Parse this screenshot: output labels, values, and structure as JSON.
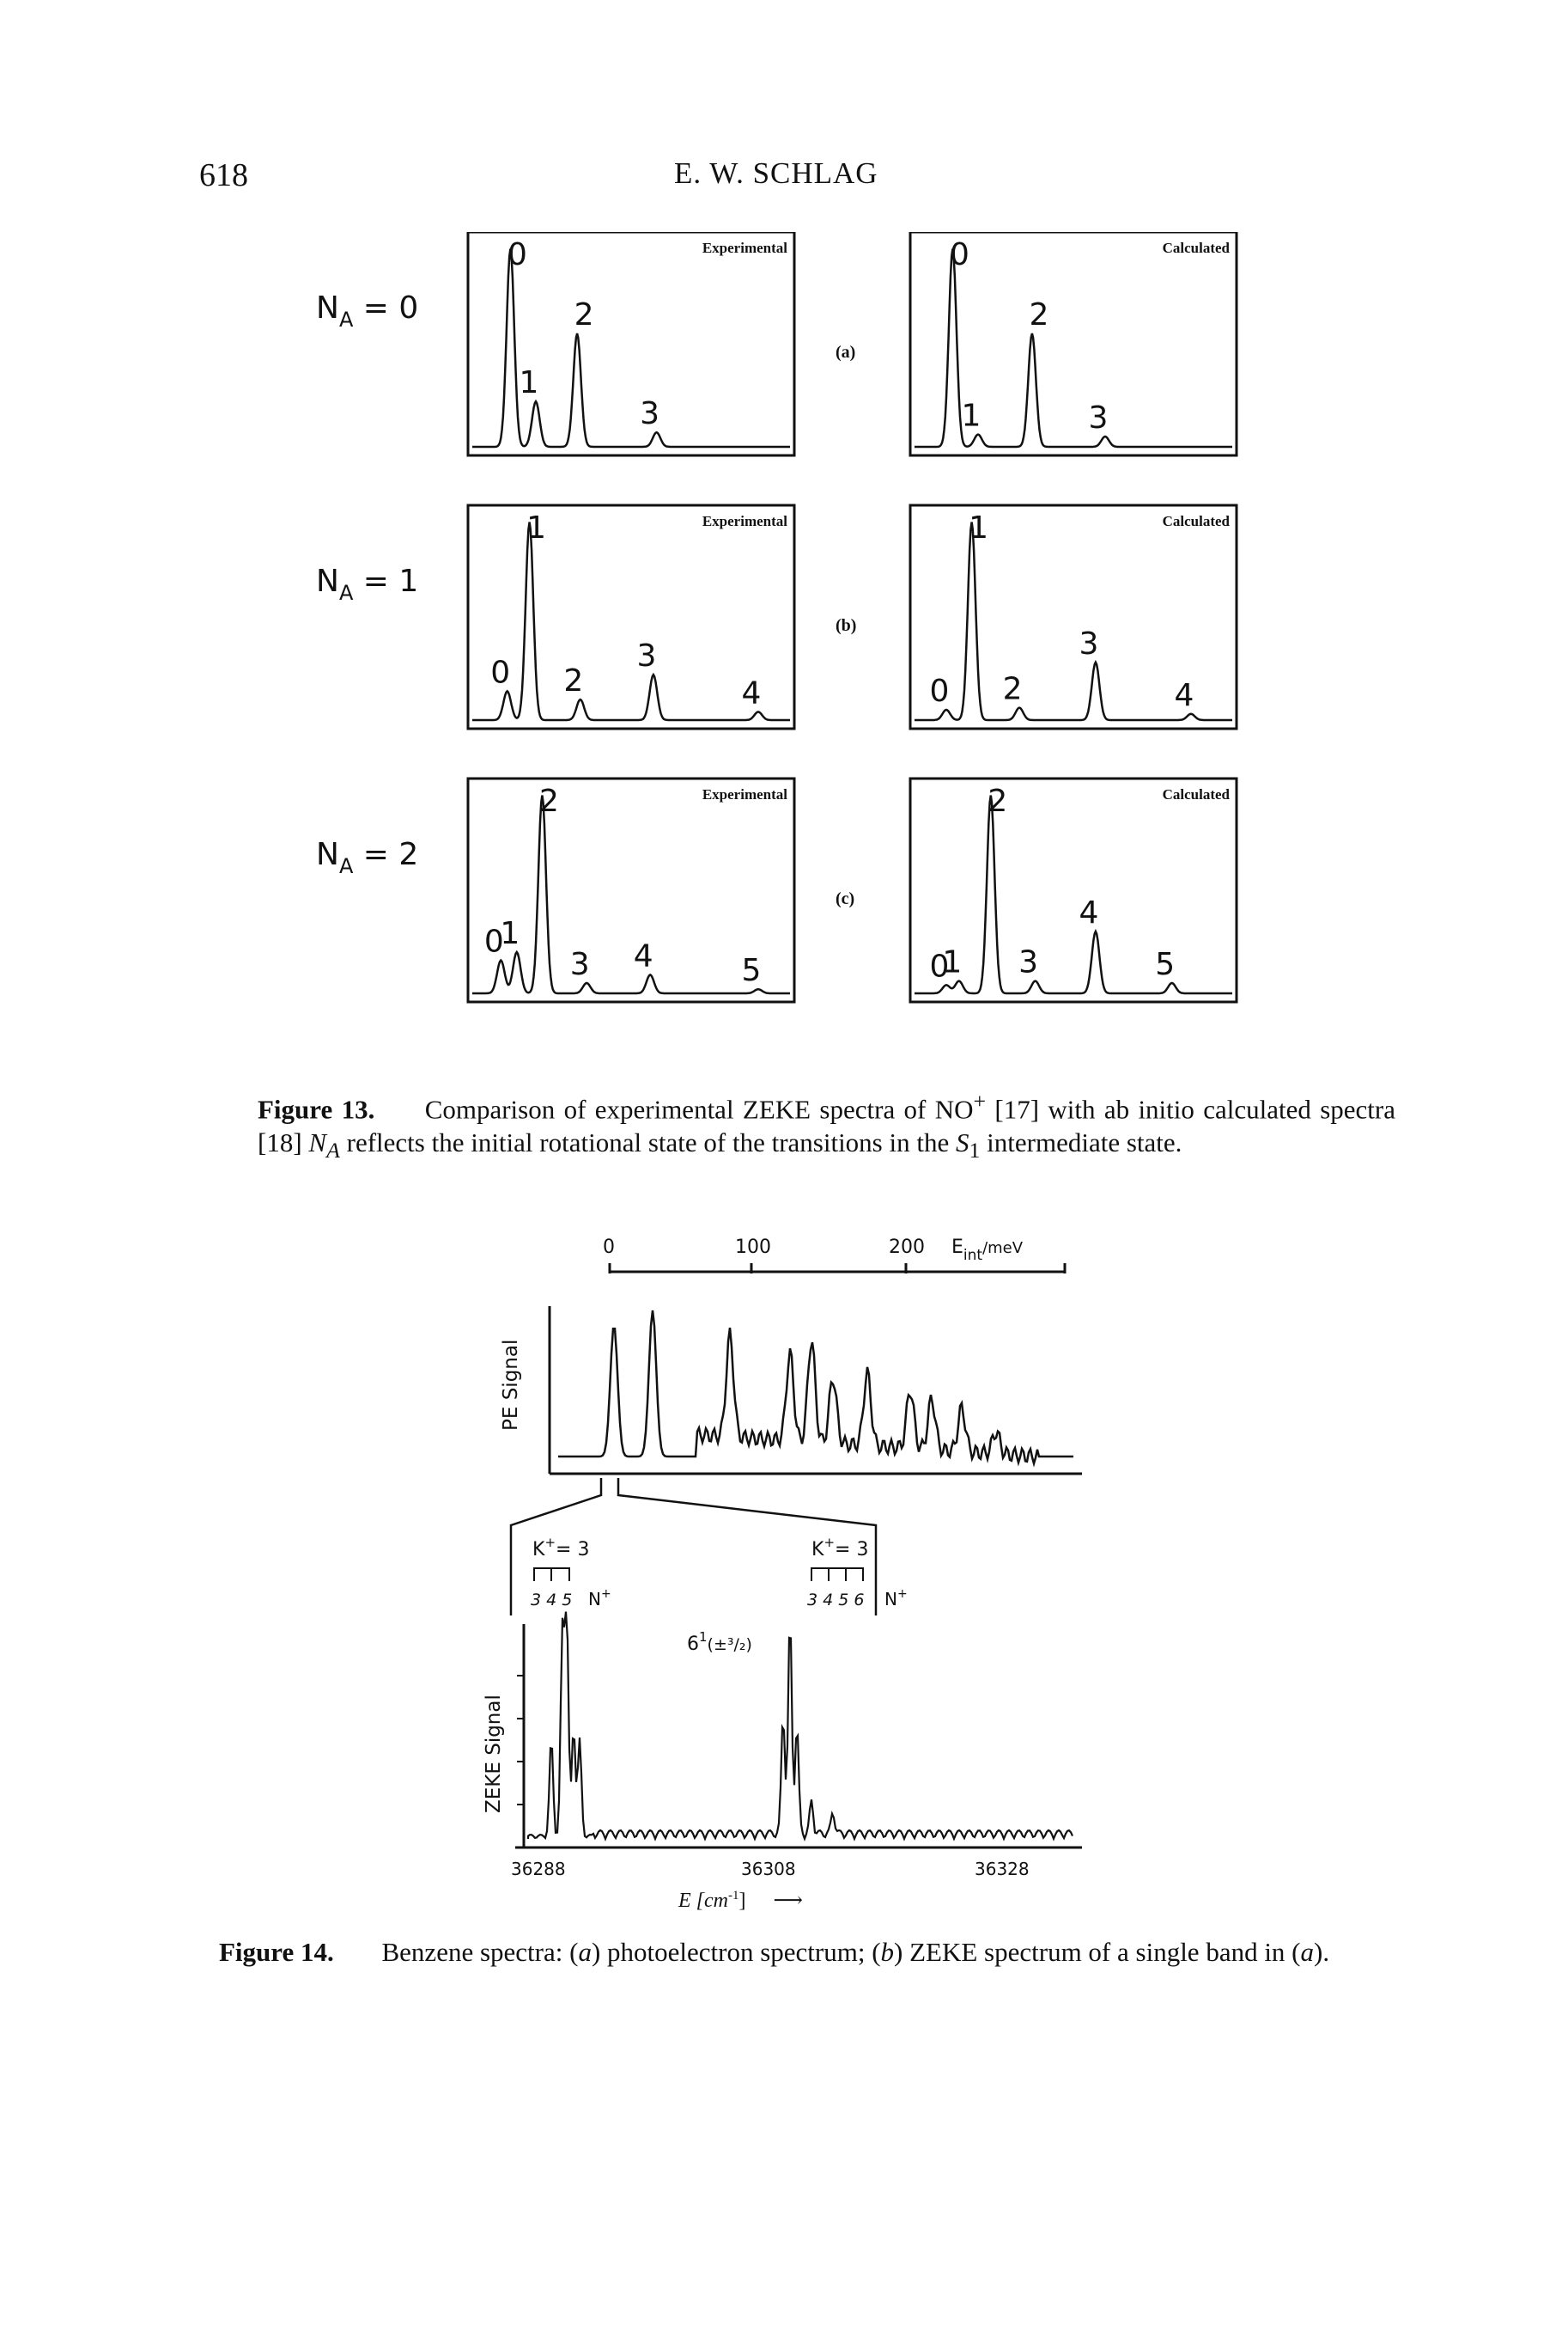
{
  "header": {
    "page_number": "618",
    "author": "E. W. SCHLAG"
  },
  "figure13": {
    "panel_tag_experimental": "Experimental",
    "panel_tag_calculated": "Calculated",
    "rows": [
      {
        "na_label": "N",
        "na_sub": "A",
        "na_value": "= 0",
        "letter": "(a)",
        "exp_peaks": [
          {
            "label": "0",
            "x": 0.12,
            "h": 0.96
          },
          {
            "label": "1",
            "x": 0.2,
            "h": 0.22
          },
          {
            "label": "2",
            "x": 0.33,
            "h": 0.55
          },
          {
            "label": "3",
            "x": 0.58,
            "h": 0.07
          }
        ],
        "calc_peaks": [
          {
            "label": "0",
            "x": 0.12,
            "h": 0.96
          },
          {
            "label": "1",
            "x": 0.2,
            "h": 0.06
          },
          {
            "label": "2",
            "x": 0.37,
            "h": 0.55
          },
          {
            "label": "3",
            "x": 0.6,
            "h": 0.05
          }
        ]
      },
      {
        "na_label": "N",
        "na_sub": "A",
        "na_value": "= 1",
        "letter": "(b)",
        "exp_peaks": [
          {
            "label": "0",
            "x": 0.11,
            "h": 0.14
          },
          {
            "label": "1",
            "x": 0.18,
            "h": 0.96
          },
          {
            "label": "2",
            "x": 0.34,
            "h": 0.1
          },
          {
            "label": "3",
            "x": 0.57,
            "h": 0.22
          },
          {
            "label": "4",
            "x": 0.9,
            "h": 0.04
          }
        ],
        "calc_peaks": [
          {
            "label": "0",
            "x": 0.1,
            "h": 0.05
          },
          {
            "label": "1",
            "x": 0.18,
            "h": 0.96
          },
          {
            "label": "2",
            "x": 0.33,
            "h": 0.06
          },
          {
            "label": "3",
            "x": 0.57,
            "h": 0.28
          },
          {
            "label": "4",
            "x": 0.87,
            "h": 0.03
          }
        ]
      },
      {
        "na_label": "N",
        "na_sub": "A",
        "na_value": "= 2",
        "letter": "(c)",
        "exp_peaks": [
          {
            "label": "0",
            "x": 0.09,
            "h": 0.16
          },
          {
            "label": "1",
            "x": 0.14,
            "h": 0.2
          },
          {
            "label": "2",
            "x": 0.22,
            "h": 0.96
          },
          {
            "label": "3",
            "x": 0.36,
            "h": 0.05
          },
          {
            "label": "4",
            "x": 0.56,
            "h": 0.09
          },
          {
            "label": "5",
            "x": 0.9,
            "h": 0.02
          }
        ],
        "calc_peaks": [
          {
            "label": "0",
            "x": 0.1,
            "h": 0.04
          },
          {
            "label": "1",
            "x": 0.14,
            "h": 0.06
          },
          {
            "label": "2",
            "x": 0.24,
            "h": 0.96
          },
          {
            "label": "3",
            "x": 0.38,
            "h": 0.06
          },
          {
            "label": "4",
            "x": 0.57,
            "h": 0.3
          },
          {
            "label": "5",
            "x": 0.81,
            "h": 0.05
          }
        ]
      }
    ]
  },
  "caption13": {
    "label": "Figure 13.",
    "text_1": "Comparison of experimental ZEKE spectra of NO",
    "sup_1": "+",
    "text_2": " [17] with ab initio calculated spectra [18] ",
    "italic_na": "N",
    "italic_na_sub": "A",
    "text_3": " reflects the initial rotational state of the transitions in the ",
    "italic_s": "S",
    "s_sub": "1",
    "text_4": " intermediate state."
  },
  "figure14": {
    "top_axis_ticks": [
      "0",
      "100",
      "200"
    ],
    "top_axis_label": "E",
    "top_axis_label_sub": "int",
    "top_axis_label_unit": "/meV",
    "pe_ylabel": "PE Signal",
    "zeke_ylabel": "ZEKE Signal",
    "bottom_ticks": [
      "36288",
      "36308",
      "36328"
    ],
    "xlabel": "E [cm",
    "xlabel_sup": "-1",
    "xlabel_close": "]",
    "k_left": "K",
    "k_left_sup": "+",
    "k_left_val": "= 3",
    "k_right": "K",
    "k_right_sup": "+",
    "k_right_val": "= 3",
    "n_left_digits": "3 4 5",
    "n_right_digits": "3 4 5 6",
    "n_label": "N",
    "n_sup": "+",
    "band_label": "6",
    "band_sup": "1",
    "band_paren": "(±³/₂)"
  },
  "caption14": {
    "label": "Figure 14.",
    "text_1": "Benzene spectra: (",
    "a1": "a",
    "text_2": ") photoelectron spectrum; (",
    "b1": "b",
    "text_3": ") ZEKE spectrum of a single band in (",
    "a2": "a",
    "text_4": ")."
  }
}
